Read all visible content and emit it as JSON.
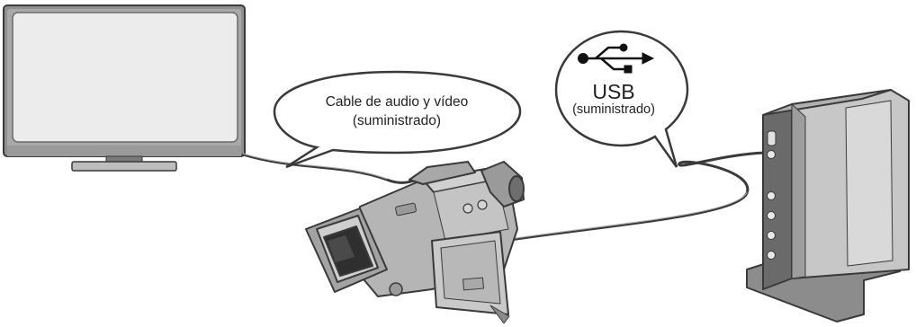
{
  "callouts": {
    "av_cable": {
      "line1": "Cable de audio y vídeo",
      "line2": "(suministrado)"
    },
    "usb_cable": {
      "label": "USB",
      "sublabel": "(suministrado)",
      "icon": "usb-icon"
    }
  },
  "devices": [
    {
      "name": "tv",
      "icon": "tv-icon"
    },
    {
      "name": "camcorder",
      "icon": "camcorder-icon"
    },
    {
      "name": "dvd-writer",
      "icon": "dvd-writer-icon"
    }
  ],
  "colors": {
    "device_body": "#b9b9b9",
    "device_dark": "#5a5a5a",
    "screen": "#ececec",
    "outline": "#3a3a3a",
    "cable": "#4a4a4a"
  }
}
